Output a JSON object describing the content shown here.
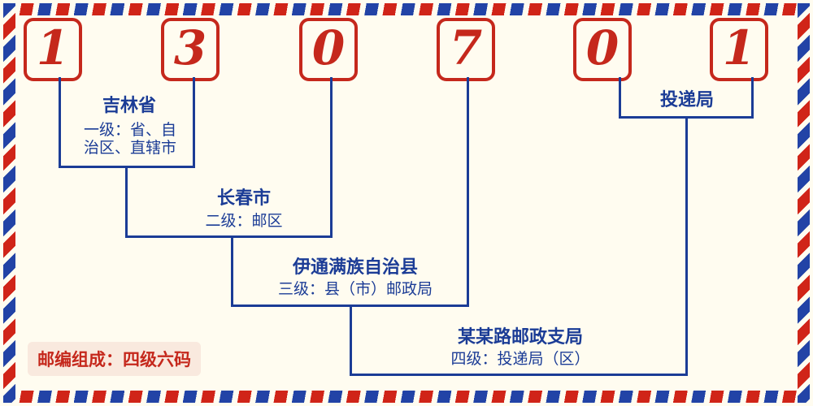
{
  "postal_code": {
    "digits": [
      "1",
      "3",
      "0",
      "7",
      "0",
      "1"
    ]
  },
  "labels": {
    "level1": {
      "name": "吉林省",
      "desc_line1": "一级：省、自",
      "desc_line2": "治区、直辖市"
    },
    "level2": {
      "name": "长春市",
      "desc": "二级：邮区"
    },
    "level3": {
      "name": "伊通满族自治县",
      "desc": "三级：县（市）邮政局"
    },
    "level4": {
      "name": "某某路邮政支局",
      "desc": "四级：投递局（区）"
    },
    "delivery": {
      "name": "投递局"
    }
  },
  "footer": {
    "composition": "邮编组成：四级六码"
  },
  "colors": {
    "digit_red": "#c5281c",
    "stripe_red": "#d02418",
    "stripe_blue": "#2243a6",
    "line_blue": "#1b3c96",
    "background": "#fffcf0"
  }
}
